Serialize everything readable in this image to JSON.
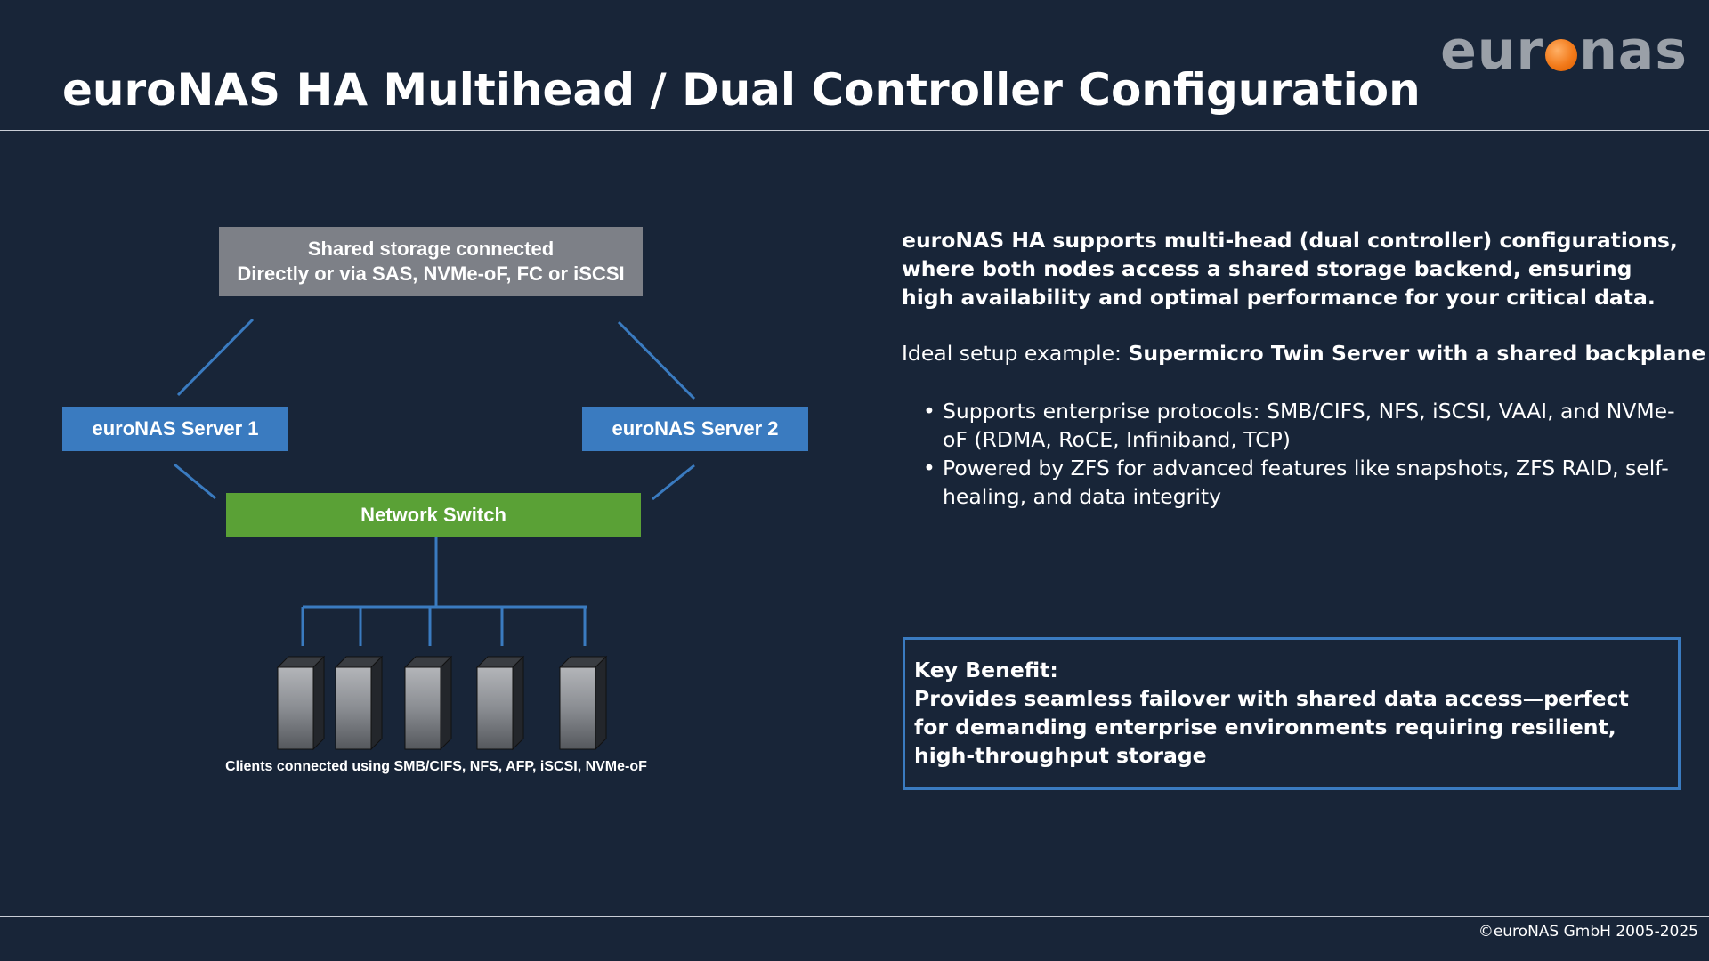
{
  "logo": {
    "prefix": "eur",
    "suffix": "nas",
    "accent_color": "#f27a1a"
  },
  "title": "euroNAS HA Multihead / Dual Controller Configuration",
  "diagram": {
    "storage_line1": "Shared storage connected",
    "storage_line2": "Directly or via SAS, NVMe-oF, FC or iSCSI",
    "server1": "euroNAS Server 1",
    "server2": "euroNAS Server 2",
    "switch": "Network Switch",
    "clients_label": "Clients connected using SMB/CIFS, NFS, AFP, iSCSI, NVMe-oF",
    "client_count": 5,
    "colors": {
      "storage": "#7d8087",
      "server": "#3a7bc0",
      "switch": "#5aa136",
      "line": "#3a7bc0"
    }
  },
  "intro": "euroNAS HA supports multi-head (dual controller) configurations, where both nodes access a shared storage backend, ensuring high availability and optimal performance for your critical data.",
  "ideal": {
    "label": "Ideal setup example: ",
    "value": "Supermicro Twin Server with a shared backplane"
  },
  "bullets": [
    "Supports enterprise protocols: SMB/CIFS, NFS, iSCSI, VAAI, and NVMe-oF (RDMA, RoCE, Infiniband, TCP)",
    "Powered by ZFS for advanced features like snapshots, ZFS RAID, self-healing, and data integrity"
  ],
  "benefit": {
    "heading": "Key Benefit:",
    "text": "Provides seamless failover with shared data access—perfect for demanding enterprise environments requiring resilient, high-throughput storage"
  },
  "footer": "©euroNAS GmbH 2005-2025"
}
